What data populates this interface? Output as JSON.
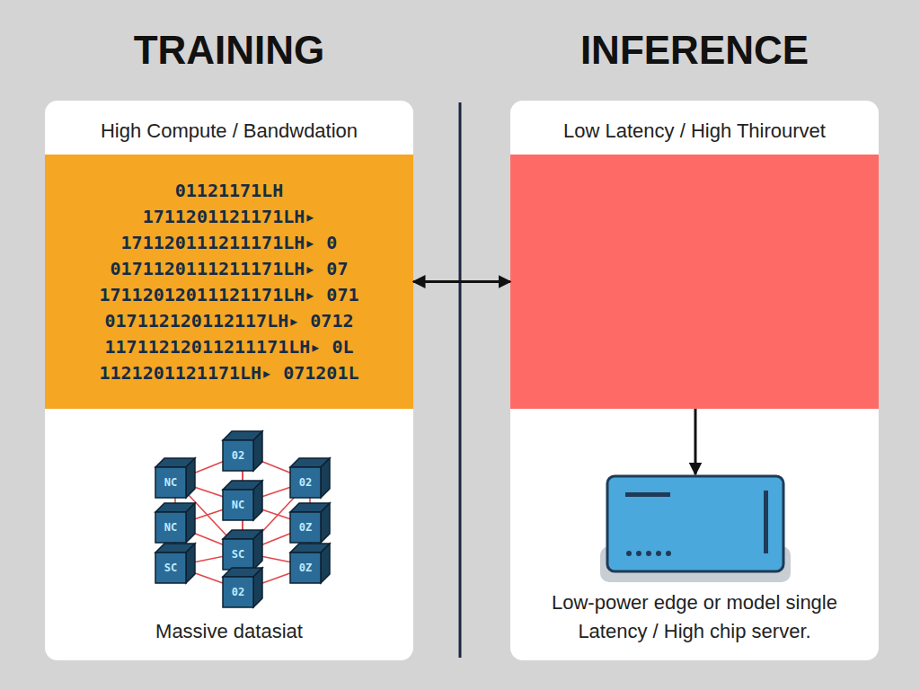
{
  "diagram": {
    "nodes": [
      {
        "text": [
          "TRAINING",
          "High Compute / Bandwdation",
          "Massive datasiat"
        ]
      },
      {
        "text": [
          "01121171LH",
          "1711201121171LH▸",
          "171120111211171LH▸ 0",
          "0171120111211171LH▸ 07",
          "17112012011121171LH▸ 071",
          "017112120112117LH▸ 0712",
          "11711212011211171LH▸ 0L",
          "1121201121171LH▸ 071201L"
        ],
        "in": 0
      },
      {
        "text": [
          "INFERENCE",
          "Low Latency / High Thirourvet",
          "Low-power edge or model single Latency / High chip server."
        ]
      },
      {
        "text": [],
        "in": 2
      },
      {
        "text": [],
        "in": 2
      }
    ],
    "edges": [
      {
        "from": 1,
        "to": 3,
        "arrow": "both"
      },
      {
        "from": 3,
        "to": 4,
        "arrow": "to"
      }
    ],
    "labels": [
      "02",
      "NC",
      "02",
      "NC",
      "NC",
      "0Z",
      "SC",
      "SC",
      "0Z",
      "02"
    ]
  }
}
